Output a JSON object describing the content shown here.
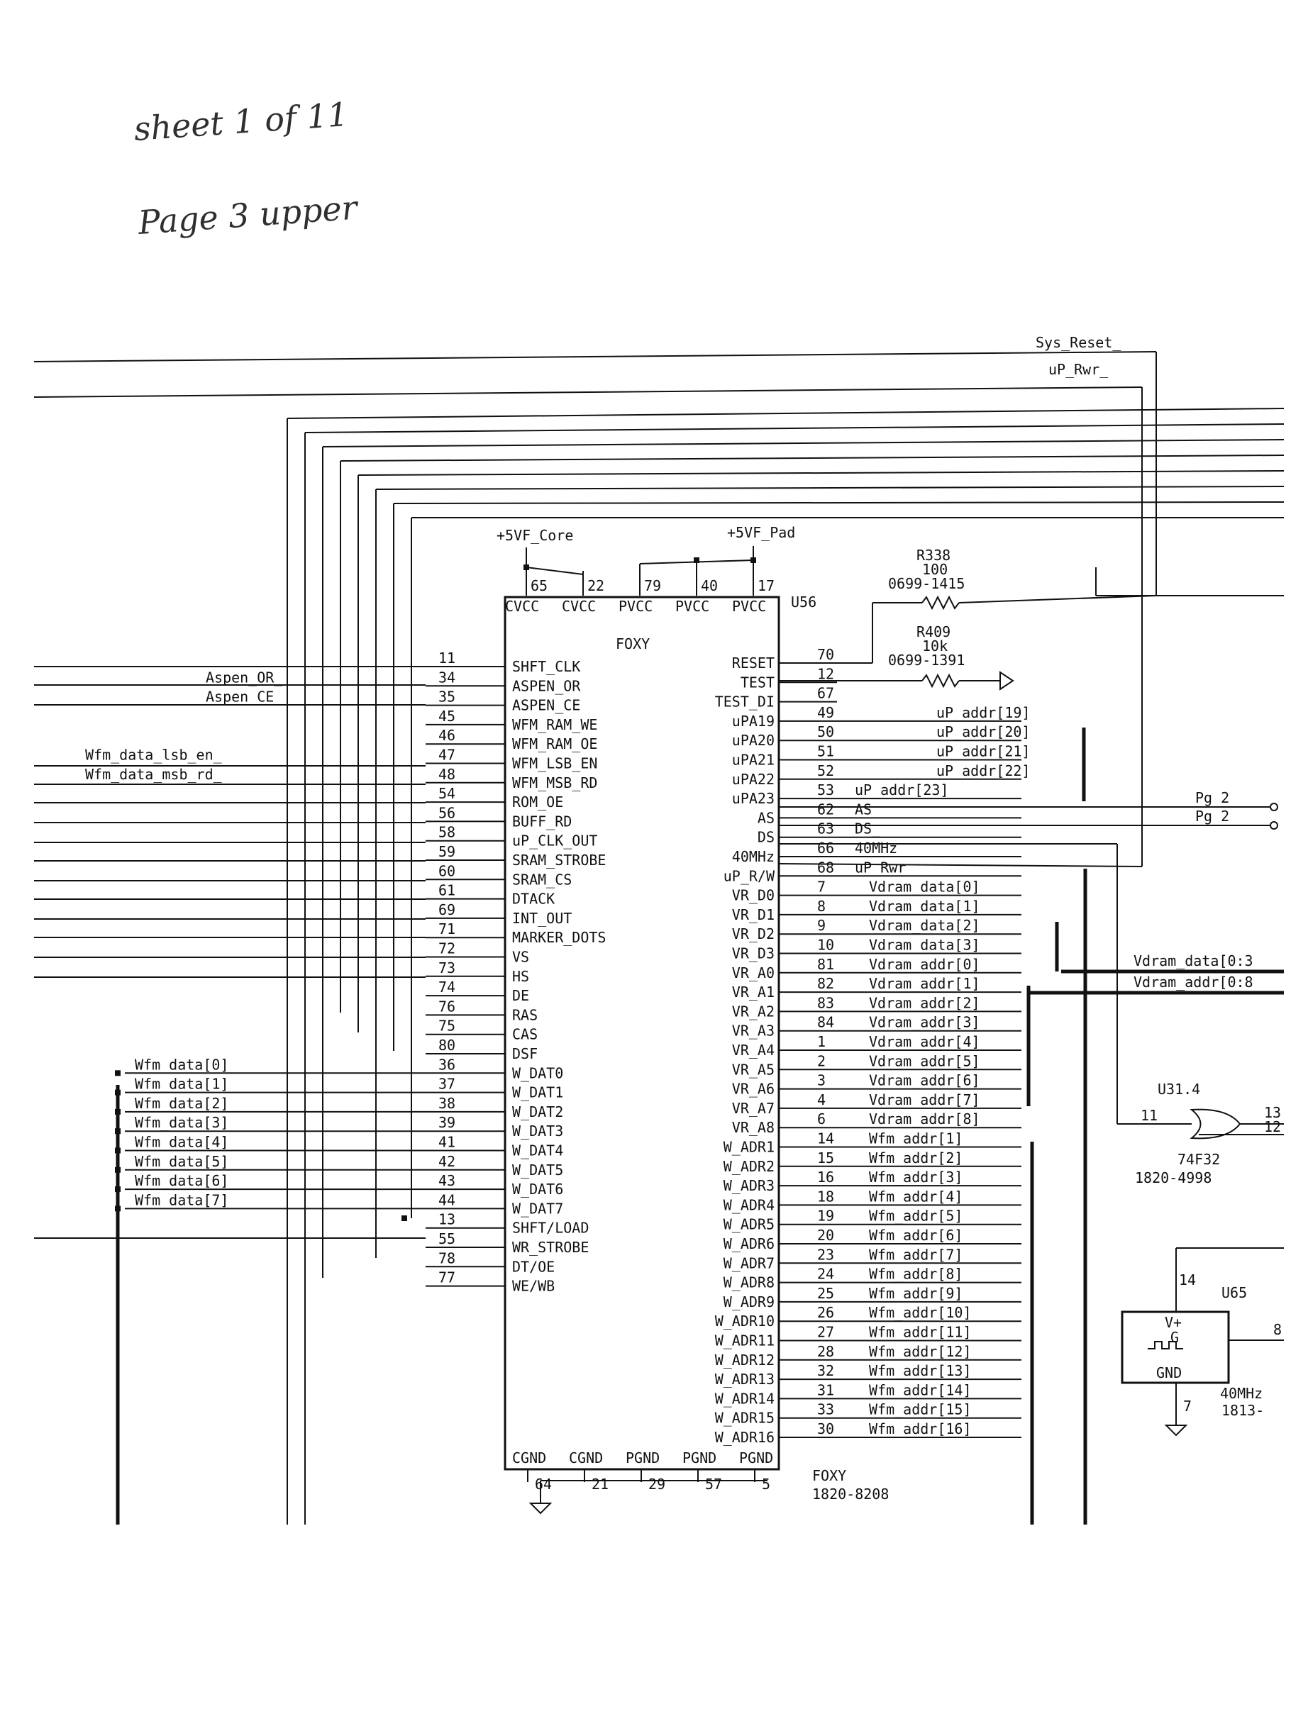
{
  "handwritten_notes": {
    "line1": "sheet 1 of 11",
    "line2": "Page 3 upper"
  },
  "top_nets": [
    "Sys_Reset_",
    "uP_Rwr_"
  ],
  "power": {
    "core": "+5VF_Core",
    "pad": "+5VF_Pad"
  },
  "u56": {
    "refdes": "U56",
    "name": "FOXY",
    "footer_name": "FOXY",
    "part_number": "1820-8208",
    "power_pins": [
      {
        "pin": "65",
        "name": "CVCC"
      },
      {
        "pin": "22",
        "name": "CVCC"
      },
      {
        "pin": "79",
        "name": "PVCC"
      },
      {
        "pin": "40",
        "name": "PVCC"
      },
      {
        "pin": "17",
        "name": "PVCC"
      }
    ],
    "ground_pins": [
      {
        "pin": "64",
        "name": "CGND"
      },
      {
        "pin": "21",
        "name": "CGND"
      },
      {
        "pin": "29",
        "name": "PGND"
      },
      {
        "pin": "57",
        "name": "PGND"
      },
      {
        "pin": "5",
        "name": "PGND"
      }
    ],
    "left_pins": [
      {
        "pin": "11",
        "name": "SHFT_CLK",
        "net": ""
      },
      {
        "pin": "34",
        "name": "ASPEN_OR",
        "net": "Aspen_OR_"
      },
      {
        "pin": "35",
        "name": "ASPEN_CE",
        "net": "Aspen_CE_"
      },
      {
        "pin": "45",
        "name": "WFM_RAM_WE",
        "net": ""
      },
      {
        "pin": "46",
        "name": "WFM_RAM_OE",
        "net": ""
      },
      {
        "pin": "47",
        "name": "WFM_LSB_EN",
        "net": "Wfm_data_lsb_en_"
      },
      {
        "pin": "48",
        "name": "WFM_MSB_RD",
        "net": "Wfm_data_msb_rd_"
      },
      {
        "pin": "54",
        "name": "ROM_OE",
        "net": ""
      },
      {
        "pin": "56",
        "name": "BUFF_RD",
        "net": ""
      },
      {
        "pin": "58",
        "name": "uP_CLK_OUT",
        "net": ""
      },
      {
        "pin": "59",
        "name": "SRAM_STROBE",
        "net": ""
      },
      {
        "pin": "60",
        "name": "SRAM_CS",
        "net": ""
      },
      {
        "pin": "61",
        "name": "DTACK",
        "net": ""
      },
      {
        "pin": "69",
        "name": "INT_OUT",
        "net": ""
      },
      {
        "pin": "71",
        "name": "MARKER_DOTS",
        "net": ""
      },
      {
        "pin": "72",
        "name": "VS",
        "net": ""
      },
      {
        "pin": "73",
        "name": "HS",
        "net": ""
      },
      {
        "pin": "74",
        "name": "DE",
        "net": ""
      },
      {
        "pin": "76",
        "name": "RAS",
        "net": ""
      },
      {
        "pin": "75",
        "name": "CAS",
        "net": ""
      },
      {
        "pin": "80",
        "name": "DSF",
        "net": ""
      },
      {
        "pin": "36",
        "name": "W_DAT0",
        "net": "Wfm_data[0]"
      },
      {
        "pin": "37",
        "name": "W_DAT1",
        "net": "Wfm_data[1]"
      },
      {
        "pin": "38",
        "name": "W_DAT2",
        "net": "Wfm_data[2]"
      },
      {
        "pin": "39",
        "name": "W_DAT3",
        "net": "Wfm_data[3]"
      },
      {
        "pin": "41",
        "name": "W_DAT4",
        "net": "Wfm_data[4]"
      },
      {
        "pin": "42",
        "name": "W_DAT5",
        "net": "Wfm_data[5]"
      },
      {
        "pin": "43",
        "name": "W_DAT6",
        "net": "Wfm_data[6]"
      },
      {
        "pin": "44",
        "name": "W_DAT7",
        "net": "Wfm_data[7]"
      },
      {
        "pin": "13",
        "name": "SHFT/LOAD",
        "net": ""
      },
      {
        "pin": "55",
        "name": "WR_STROBE",
        "net": ""
      },
      {
        "pin": "78",
        "name": "DT/OE",
        "net": ""
      },
      {
        "pin": "77",
        "name": "WE/WB",
        "net": ""
      }
    ],
    "right_pins": [
      {
        "pin": "70",
        "name": "RESET",
        "net": ""
      },
      {
        "pin": "12",
        "name": "TEST",
        "net": ""
      },
      {
        "pin": "67",
        "name": "TEST_DI",
        "net": ""
      },
      {
        "pin": "49",
        "name": "uPA19",
        "net": "uP_addr[19]"
      },
      {
        "pin": "50",
        "name": "uPA20",
        "net": "uP_addr[20]"
      },
      {
        "pin": "51",
        "name": "uPA21",
        "net": "uP_addr[21]"
      },
      {
        "pin": "52",
        "name": "uPA22",
        "net": "uP_addr[22]"
      },
      {
        "pin": "53",
        "name": "uPA23",
        "net": "uP_addr[23]"
      },
      {
        "pin": "62",
        "name": "AS",
        "net": "AS_"
      },
      {
        "pin": "63",
        "name": "DS",
        "net": "DS_"
      },
      {
        "pin": "66",
        "name": "40MHz",
        "net": "40MHz"
      },
      {
        "pin": "68",
        "name": "uP_R/W",
        "net": "uP_Rwr_"
      },
      {
        "pin": "7",
        "name": "VR_D0",
        "net": "Vdram_data[0]"
      },
      {
        "pin": "8",
        "name": "VR_D1",
        "net": "Vdram_data[1]"
      },
      {
        "pin": "9",
        "name": "VR_D2",
        "net": "Vdram_data[2]"
      },
      {
        "pin": "10",
        "name": "VR_D3",
        "net": "Vdram_data[3]"
      },
      {
        "pin": "81",
        "name": "VR_A0",
        "net": "Vdram_addr[0]"
      },
      {
        "pin": "82",
        "name": "VR_A1",
        "net": "Vdram_addr[1]"
      },
      {
        "pin": "83",
        "name": "VR_A2",
        "net": "Vdram_addr[2]"
      },
      {
        "pin": "84",
        "name": "VR_A3",
        "net": "Vdram_addr[3]"
      },
      {
        "pin": "1",
        "name": "VR_A4",
        "net": "Vdram_addr[4]"
      },
      {
        "pin": "2",
        "name": "VR_A5",
        "net": "Vdram_addr[5]"
      },
      {
        "pin": "3",
        "name": "VR_A6",
        "net": "Vdram_addr[6]"
      },
      {
        "pin": "4",
        "name": "VR_A7",
        "net": "Vdram_addr[7]"
      },
      {
        "pin": "6",
        "name": "VR_A8",
        "net": "Vdram_addr[8]"
      },
      {
        "pin": "14",
        "name": "W_ADR1",
        "net": "Wfm_addr[1]"
      },
      {
        "pin": "15",
        "name": "W_ADR2",
        "net": "Wfm_addr[2]"
      },
      {
        "pin": "16",
        "name": "W_ADR3",
        "net": "Wfm_addr[3]"
      },
      {
        "pin": "18",
        "name": "W_ADR4",
        "net": "Wfm_addr[4]"
      },
      {
        "pin": "19",
        "name": "W_ADR5",
        "net": "Wfm_addr[5]"
      },
      {
        "pin": "20",
        "name": "W_ADR6",
        "net": "Wfm_addr[6]"
      },
      {
        "pin": "23",
        "name": "W_ADR7",
        "net": "Wfm_addr[7]"
      },
      {
        "pin": "24",
        "name": "W_ADR8",
        "net": "Wfm_addr[8]"
      },
      {
        "pin": "25",
        "name": "W_ADR9",
        "net": "Wfm_addr[9]"
      },
      {
        "pin": "26",
        "name": "W_ADR10",
        "net": "Wfm_addr[10]"
      },
      {
        "pin": "27",
        "name": "W_ADR11",
        "net": "Wfm_addr[11]"
      },
      {
        "pin": "28",
        "name": "W_ADR12",
        "net": "Wfm_addr[12]"
      },
      {
        "pin": "32",
        "name": "W_ADR13",
        "net": "Wfm_addr[13]"
      },
      {
        "pin": "31",
        "name": "W_ADR14",
        "net": "Wfm_addr[14]"
      },
      {
        "pin": "33",
        "name": "W_ADR15",
        "net": "Wfm_addr[15]"
      },
      {
        "pin": "30",
        "name": "W_ADR16",
        "net": "Wfm_addr[16]"
      }
    ]
  },
  "r338": {
    "refdes": "R338",
    "value": "100",
    "part_number": "0699-1415"
  },
  "r409": {
    "refdes": "R409",
    "value": "10k",
    "part_number": "0699-1391"
  },
  "offpage": [
    {
      "label": "Pg 2",
      "net": "AS_"
    },
    {
      "label": "Pg 2",
      "net": "DS_"
    }
  ],
  "buses": {
    "vdram_data": "Vdram_data[0:3",
    "vdram_addr": "Vdram_addr[0:8"
  },
  "u31": {
    "refdes": "U31.4",
    "pin_in": "11",
    "pin_b": "12",
    "pin_out": "13",
    "type": "74F32",
    "part_number": "1820-4998"
  },
  "u65": {
    "refdes": "U65",
    "vplus": "V+",
    "g": "G",
    "gnd": "GND",
    "pin_vcc": "14",
    "pin_gnd": "7",
    "pin_out": "8",
    "freq": "40MHz",
    "part_number": "1813-"
  }
}
